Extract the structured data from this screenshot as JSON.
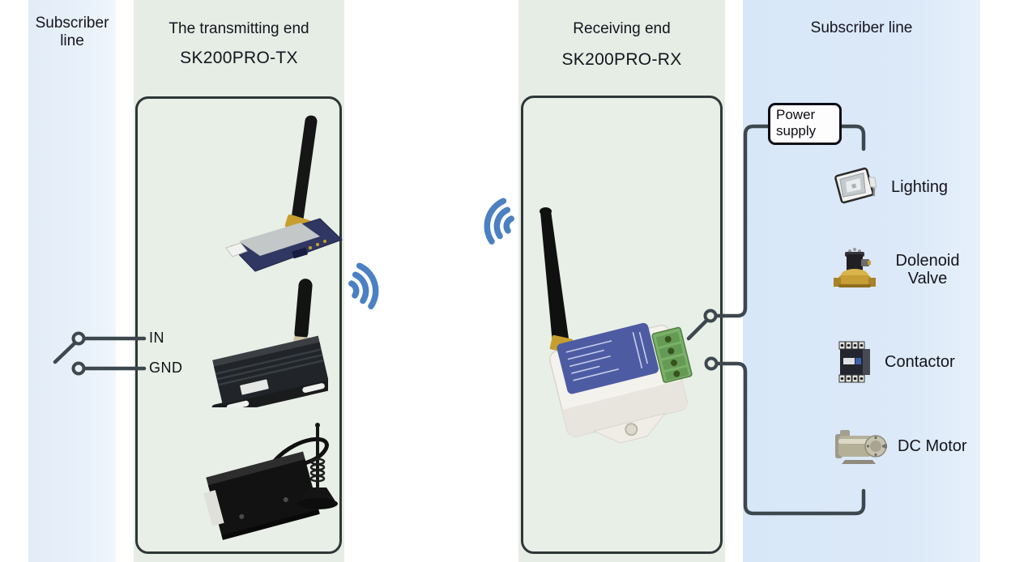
{
  "diagram": {
    "left_subscriber": {
      "title": "Subscriber line"
    },
    "transmitter": {
      "title": "The transmitting end",
      "model": "SK200PRO-TX",
      "input_label": "IN",
      "ground_label": "GND"
    },
    "receiver": {
      "title": "Receiving end",
      "model": "SK200PRO-RX"
    },
    "right_subscriber": {
      "title": "Subscriber line",
      "power_supply_label": "Power supply",
      "loads": [
        {
          "label": "Lighting",
          "icon": "floodlight-icon"
        },
        {
          "label": "Dolenoid Valve",
          "icon": "solenoid-valve-icon"
        },
        {
          "label": "Contactor",
          "icon": "contactor-icon"
        },
        {
          "label": "DC Motor",
          "icon": "dc-motor-icon"
        }
      ]
    },
    "colors": {
      "wire": "#3d474e",
      "wireless_signal": "#4b80c3",
      "panel_green": "#e6ede5",
      "panel_blue_left": "#e2ecf8",
      "panel_blue_right": "#d7e7f7",
      "box_border": "#2e3737"
    }
  }
}
